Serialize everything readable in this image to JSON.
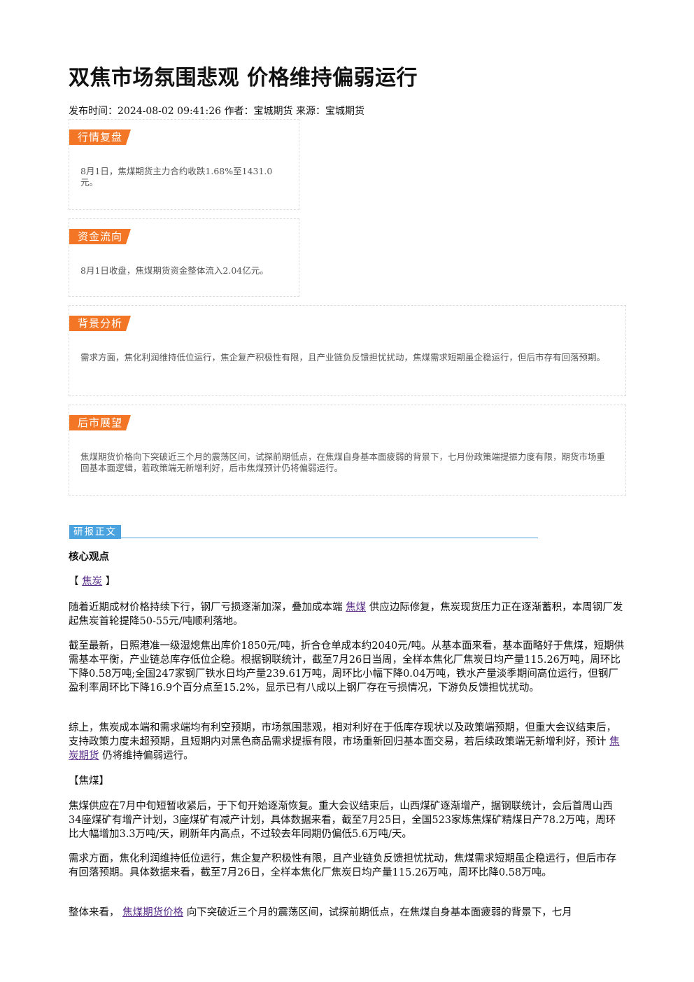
{
  "article": {
    "title": "双焦市场氛围悲观 价格维持偏弱运行",
    "meta": "发布时间：2024-08-02 09:41:26 作者：宝城期货 来源：宝城期货"
  },
  "summary": {
    "market_review": {
      "label": "行情复盘",
      "text": "8月1日，焦煤期货主力合约收跌1.68%至1431.0元。"
    },
    "fund_flow": {
      "label": "资金流向",
      "text": "8月1日收盘，焦煤期货资金整体流入2.04亿元。"
    },
    "background": {
      "label": "背景分析",
      "text": "需求方面，焦化利润维持低位运行，焦企复产积极性有限，且产业链负反馈担忧扰动，焦煤需求短期虽企稳运行，但后市存有回落预期。"
    },
    "outlook": {
      "label": "后市展望",
      "text": "焦煤期货价格向下突破近三个月的震荡区间，试探前期低点，在焦煤自身基本面疲弱的背景下，七月份政策端提振力度有限，期货市场重回基本面逻辑，若政策端无新增利好，后市焦煤预计仍将偏弱运行。"
    }
  },
  "report": {
    "tag": "研报正文",
    "core_title": "核心观点",
    "coke_heading_open": "【",
    "coke_heading_link": "焦炭",
    "coke_heading_close": "】",
    "p1_a": "随着近期成材价格持续下行，钢厂亏损逐渐加深，叠加成本端",
    "p1_link": "焦煤",
    "p1_b": "供应边际修复，焦炭现货压力正在逐渐蓄积，本周钢厂发起焦炭首轮提降50-55元/吨顺利落地。",
    "p2": "截至最新，日照港准一级湿熄焦出库价1850元/吨，折合仓单成本约2040元/吨。从基本面来看，基本面略好于焦煤，短期供需基本平衡，产业链总库存低位企稳。根据钢联统计，截至7月26日当周，全样本焦化厂焦炭日均产量115.26万吨，周环比下降0.58万吨;全国247家钢厂铁水日均产量239.61万吨，周环比小幅下降0.04万吨，铁水产量淡季期间高位运行，但钢厂盈利率周环比下降16.9个百分点至15.2%，显示已有八成以上钢厂存在亏损情况，下游负反馈担忧扰动。",
    "p3_a": "综上，焦炭成本端和需求端均有利空预期，市场氛围悲观，相对利好在于低库存现状以及政策端预期，但重大会议结束后，支持政策力度未超预期，且短期内对黑色商品需求提振有限，市场重新回归基本面交易，若后续政策端无新增利好，预计",
    "p3_link": "焦炭期货",
    "p3_b": "仍将维持偏弱运行。",
    "coal_heading": "【焦煤】",
    "p4": "焦煤供应在7月中旬短暂收紧后，于下旬开始逐渐恢复。重大会议结束后，山西煤矿逐渐增产，据钢联统计，会后首周山西34座煤矿有增产计划，3座煤矿有减产计划，具体数据来看，截至7月25日，全国523家炼焦煤矿精煤日产78.2万吨，周环比大幅增加3.3万吨/天，刷新年内高点，不过较去年同期仍偏低5.6万吨/天。",
    "p5": "需求方面，焦化利润维持低位运行，焦企复产积极性有限，且产业链负反馈担忧扰动，焦煤需求短期虽企稳运行，但后市存有回落预期。具体数据来看，截至7月26日，全样本焦化厂焦炭日均产量115.26万吨，周环比降0.58万吨。",
    "p6_a": "整体来看，",
    "p6_link": "焦煤期货价格",
    "p6_b": "向下突破近三个月的震荡区间，试探前期低点，在焦煤自身基本面疲弱的背景下，七月"
  }
}
